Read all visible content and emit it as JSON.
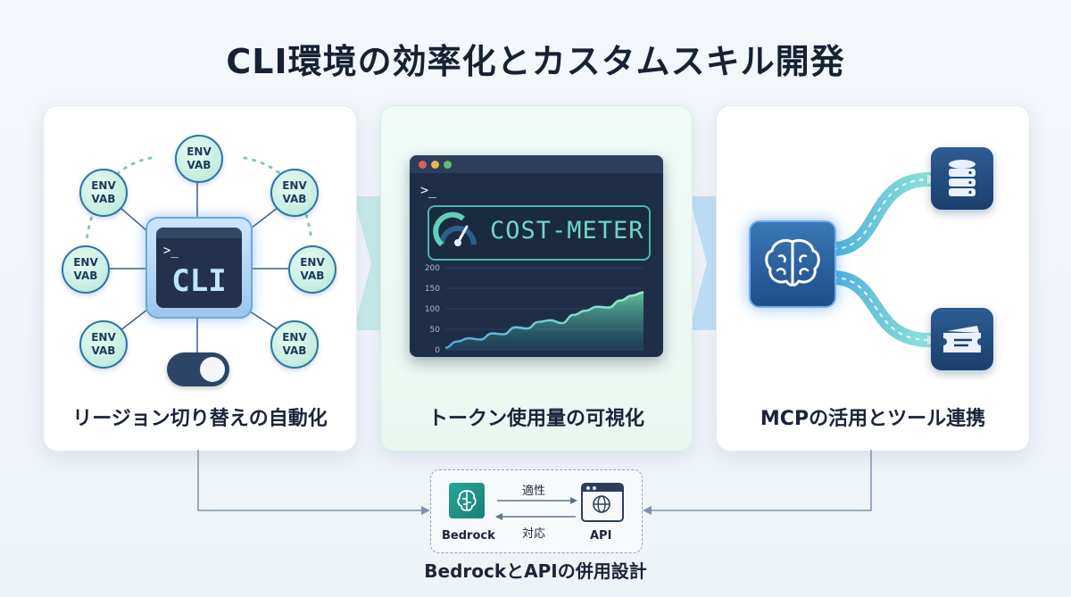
{
  "title": "CLI環境の効率化とカスタムスキル開発",
  "panels": [
    {
      "caption": "リージョン切り替えの自動化",
      "env_nodes": [
        {
          "line1": "ENV",
          "line2": "VAB"
        },
        {
          "line1": "ENV",
          "line2": "VAB"
        },
        {
          "line1": "ENV",
          "line2": "VAB"
        },
        {
          "line1": "ENV",
          "line2": "VAB"
        },
        {
          "line1": "ENV",
          "line2": "VAB"
        },
        {
          "line1": "ENV",
          "line2": "VAB"
        },
        {
          "line1": "ENV",
          "line2": "VAB"
        }
      ],
      "cli_prompt": ">_",
      "cli_label": "CLI"
    },
    {
      "caption": "トークン使用量の可視化",
      "terminal_prompt": ">_",
      "meter_label": "COST-METER",
      "y_ticks": [
        "200",
        "150",
        "100",
        "50",
        "0"
      ]
    },
    {
      "caption": "MCPの活用とツール連携",
      "icons": [
        "brain-icon",
        "database-icon",
        "ticket-icon"
      ]
    }
  ],
  "bottom": {
    "left_label": "Bedrock",
    "right_label": "API",
    "arrow_top_label": "適性",
    "arrow_bottom_label": "対応",
    "caption": "BedrockとAPIの併用設計"
  },
  "chart_data": {
    "type": "area",
    "title": "",
    "xlabel": "",
    "ylabel": "",
    "ylim": [
      0,
      200
    ],
    "y_ticks": [
      0,
      50,
      100,
      150,
      200
    ],
    "values": [
      5,
      20,
      28,
      25,
      40,
      38,
      55,
      52,
      68,
      72,
      65,
      85,
      95,
      105,
      103,
      120,
      132,
      140
    ]
  },
  "colors": {
    "accent_teal": "#4fb6a6",
    "accent_blue": "#3a77b8",
    "terminal_bg": "#1f2e47"
  }
}
